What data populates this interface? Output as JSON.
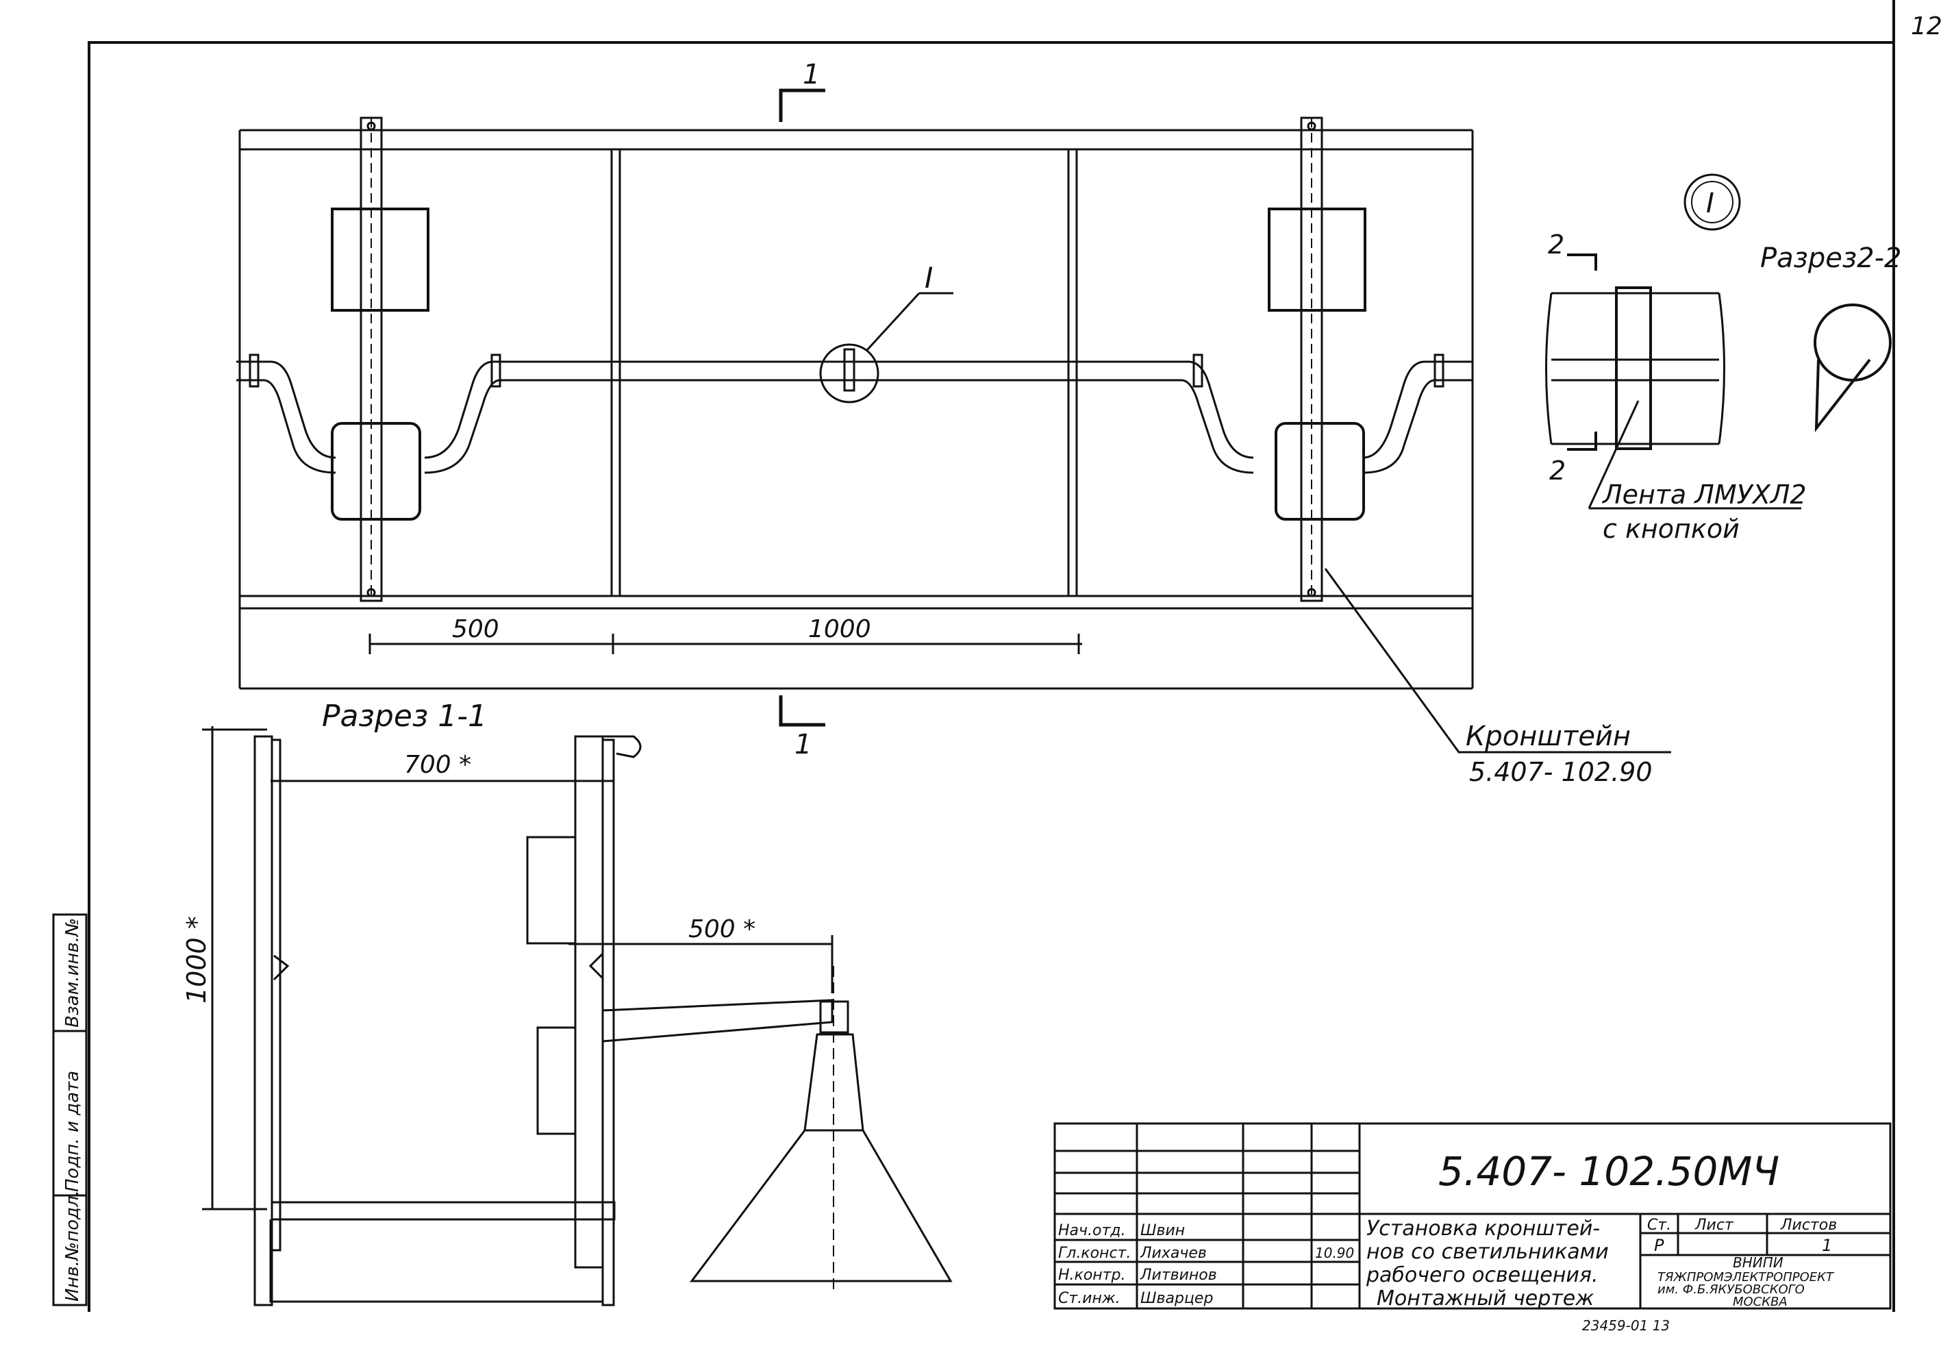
{
  "page_number": "12",
  "labels": {
    "section_1_mark_top": "1",
    "section_1_mark_bottom": "1",
    "detail_marker": "I",
    "detail_callout": "I",
    "dim_500": "500",
    "dim_1000": "1000",
    "section_1_title": "Разрез 1-1",
    "dim_700": "700 *",
    "dim_1000_vertical": "1000 *",
    "dim_500_star": "500 *",
    "section_2_mark_top": "2",
    "section_2_mark_bottom": "2",
    "section_2_title": "Разрез2-2",
    "tape_line1": "Лента ЛМУХЛ2",
    "tape_line2": "с кнопкой",
    "bracket_line1": "Кронштейн",
    "bracket_line2": "5.407- 102.90"
  },
  "side_stamp": {
    "col1": "Инв.№подл.",
    "col2": "Подп. и дата",
    "col3": "Взам.инв.№"
  },
  "title_block": {
    "doc_code": "5.407- 102.50МЧ",
    "title_line1": "Установка кронштей-",
    "title_line2": "нов со светильниками",
    "title_line3": "рабочего освещения.",
    "title_line4": "Монтажный чертеж",
    "roles": [
      {
        "role": "Нач.отд.",
        "name": "Швин"
      },
      {
        "role": "Гл.конст.",
        "name": "Лихачев"
      },
      {
        "role": "Н.контр.",
        "name": "Литвинов"
      },
      {
        "role": "Ст.инж.",
        "name": "Шварцер"
      }
    ],
    "date": "10.90",
    "stage_header": "Ст.",
    "sheet_header": "Лист",
    "sheets_header": "Листов",
    "stage": "Р",
    "sheets": "1",
    "org_line1": "ВНИПИ",
    "org_line2": "ТЯЖПРОМЭЛЕКТРОПРОЕКТ",
    "org_line3": "им. Ф.Б.ЯКУБОВСКОГО",
    "org_line4": "МОСКВА",
    "footer": "23459-01    13"
  }
}
